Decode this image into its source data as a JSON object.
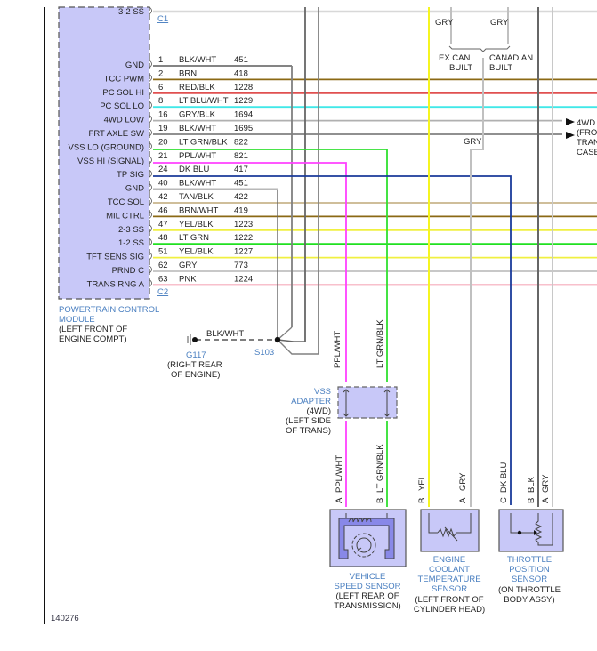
{
  "pcm": {
    "name_lines": [
      "POWERTRAIN CONTROL",
      "MODULE"
    ],
    "location_lines": [
      "(LEFT FRONT OF",
      "ENGINE COMPT)"
    ],
    "connector_c1": "C1",
    "connector_c2": "C2",
    "top_pin": {
      "label": "3-2 SS"
    }
  },
  "pins": [
    {
      "label": "GND",
      "pin": "1",
      "color": "BLK/WHT",
      "circuit": "451",
      "wire_hex": "#808080"
    },
    {
      "label": "TCC PWM",
      "pin": "2",
      "color": "BRN",
      "circuit": "418",
      "wire_hex": "#8b6914"
    },
    {
      "label": "PC SOL HI",
      "pin": "6",
      "color": "RED/BLK",
      "circuit": "1228",
      "wire_hex": "#e05050"
    },
    {
      "label": "PC SOL LO",
      "pin": "8",
      "color": "LT BLU/WHT",
      "circuit": "1229",
      "wire_hex": "#40e8e8"
    },
    {
      "label": "4WD LOW",
      "pin": "16",
      "color": "GRY/BLK",
      "circuit": "1694",
      "wire_hex": "#b0b0b0"
    },
    {
      "label": "FRT AXLE SW",
      "pin": "19",
      "color": "BLK/WHT",
      "circuit": "1695",
      "wire_hex": "#808080"
    },
    {
      "label": "VSS LO (GROUND)",
      "pin": "20",
      "color": "LT GRN/BLK",
      "circuit": "822",
      "wire_hex": "#30e030"
    },
    {
      "label": "VSS HI (SIGNAL)",
      "pin": "21",
      "color": "PPL/WHT",
      "circuit": "821",
      "wire_hex": "#ff40ff"
    },
    {
      "label": "TP SIG",
      "pin": "24",
      "color": "DK BLU",
      "circuit": "417",
      "wire_hex": "#1a3a9a"
    },
    {
      "label": "GND",
      "pin": "40",
      "color": "BLK/WHT",
      "circuit": "451",
      "wire_hex": "#707070"
    },
    {
      "label": "TCC SOL",
      "pin": "42",
      "color": "TAN/BLK",
      "circuit": "422",
      "wire_hex": "#c8b48c"
    },
    {
      "label": "MIL CTRL",
      "pin": "46",
      "color": "BRN/WHT",
      "circuit": "419",
      "wire_hex": "#8b6914"
    },
    {
      "label": "2-3 SS",
      "pin": "47",
      "color": "YEL/BLK",
      "circuit": "1223",
      "wire_hex": "#f0f040"
    },
    {
      "label": "1-2 SS",
      "pin": "48",
      "color": "LT GRN",
      "circuit": "1222",
      "wire_hex": "#20e020"
    },
    {
      "label": "TFT SENS SIG",
      "pin": "51",
      "color": "YEL/BLK",
      "circuit": "1227",
      "wire_hex": "#f0f040"
    },
    {
      "label": "PRND C",
      "pin": "62",
      "color": "GRY",
      "circuit": "773",
      "wire_hex": "#c0c0c0"
    },
    {
      "label": "TRANS RNG A",
      "pin": "63",
      "color": "PNK",
      "circuit": "1224",
      "wire_hex": "#f08098"
    }
  ],
  "ground": {
    "wire_color": "BLK/WHT",
    "id": "G117",
    "location_lines": [
      "(RIGHT REAR",
      "OF ENGINE)"
    ],
    "splice": "S103"
  },
  "top_notes": {
    "gry_left": "GRY",
    "gry_right": "GRY",
    "ex_can_lines": [
      "EX CAN",
      "BUILT"
    ],
    "canadian_lines": [
      "CANADIAN",
      "BUILT"
    ],
    "gry_mid": "GRY"
  },
  "transfer_case_note": {
    "lines": [
      "4WD",
      "(FRO",
      "TRAN",
      "CASE"
    ]
  },
  "vss_adapter": {
    "name_lines": [
      "VSS",
      "ADAPTER"
    ],
    "detail_lines": [
      "(4WD)",
      "(LEFT SIDE",
      "OF TRANS)"
    ],
    "wire_left": "PPL/WHT",
    "wire_right": "LT GRN/BLK"
  },
  "vehicle_speed_sensor": {
    "name_lines": [
      "VEHICLE",
      "SPEED SENSOR"
    ],
    "location_lines": [
      "(LEFT REAR OF",
      "TRANSMISSION)"
    ],
    "terminals": [
      {
        "pin": "A",
        "color": "PPL/WHT"
      },
      {
        "pin": "B",
        "color": "LT GRN/BLK"
      }
    ]
  },
  "ect_sensor": {
    "name_lines": [
      "ENGINE",
      "COOLANT",
      "TEMPERATURE",
      "SENSOR"
    ],
    "location_lines": [
      "(LEFT FRONT OF",
      "CYLINDER HEAD)"
    ],
    "terminals": [
      {
        "pin": "B",
        "color": "YEL"
      },
      {
        "pin": "A",
        "color": "GRY"
      }
    ]
  },
  "tp_sensor": {
    "name_lines": [
      "THROTTLE",
      "POSITION",
      "SENSOR"
    ],
    "location_lines": [
      "(ON THROTTLE",
      "BODY ASSY)"
    ],
    "terminals": [
      {
        "pin": "C",
        "color": "DK BLU"
      },
      {
        "pin": "B",
        "color": "BLK"
      },
      {
        "pin": "A",
        "color": "GRY"
      }
    ]
  },
  "figure_number": "140276"
}
